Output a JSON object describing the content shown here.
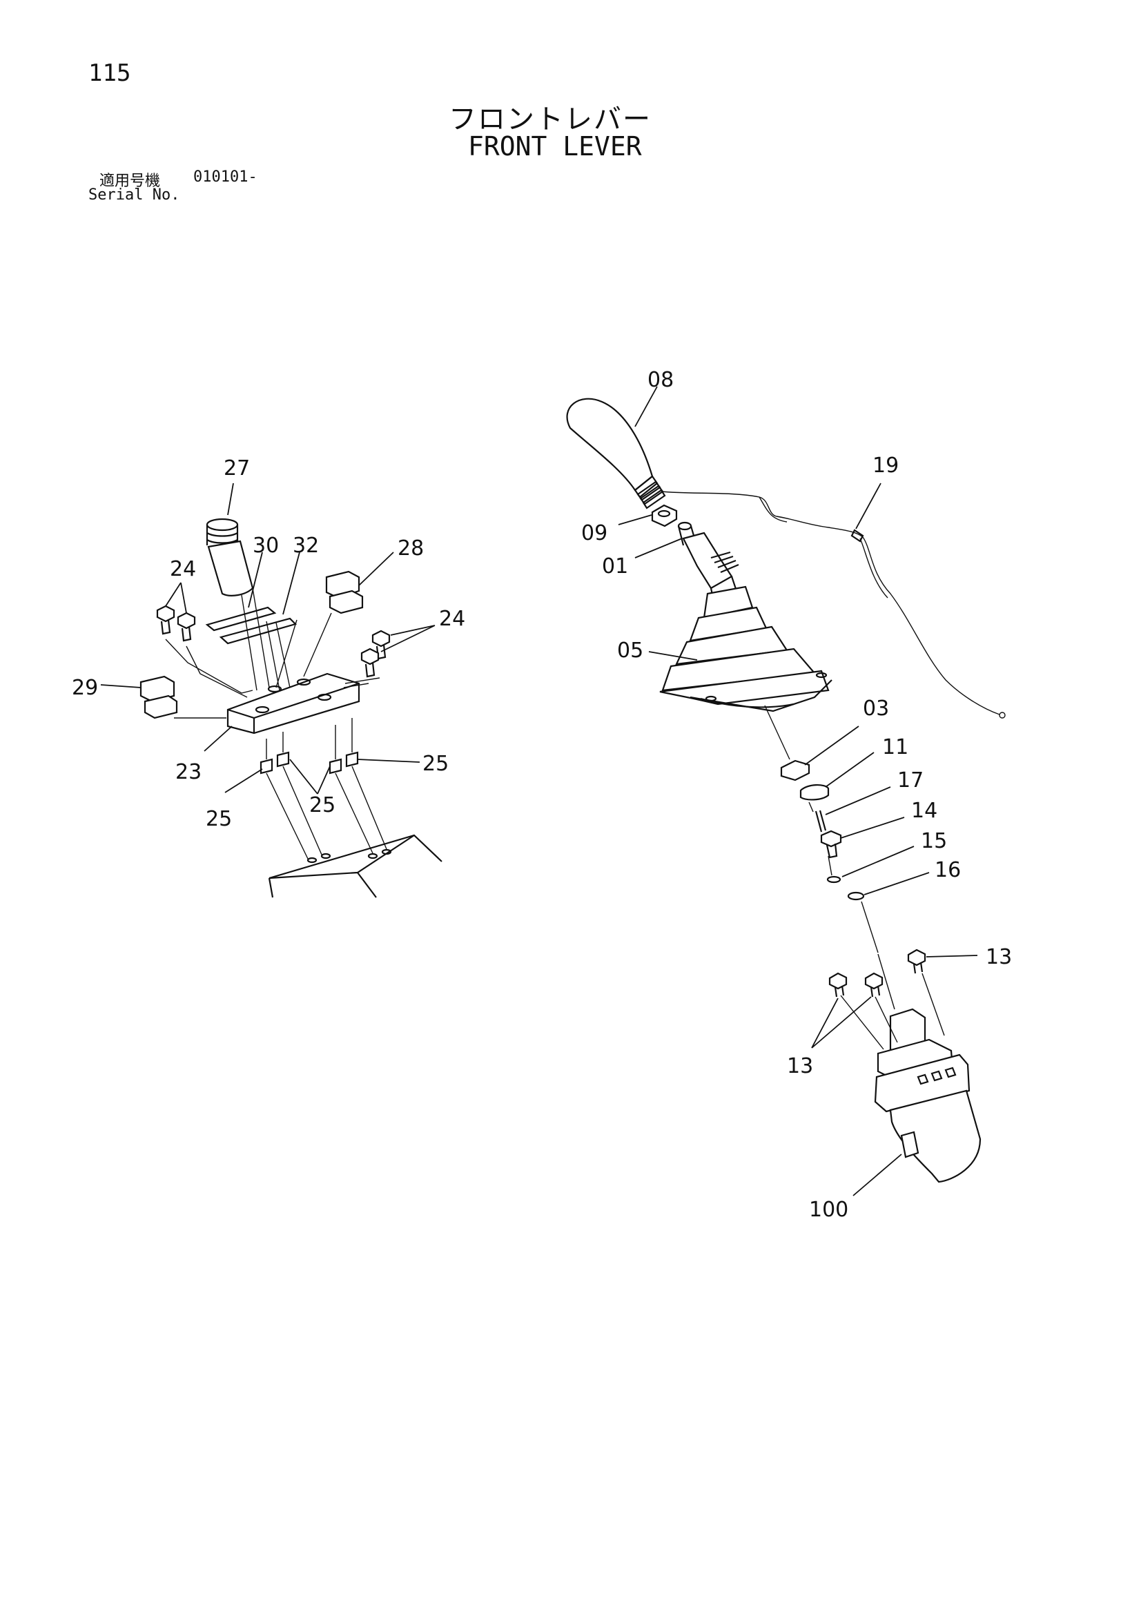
{
  "page_number": "115",
  "title": {
    "japanese": "フロントレバー",
    "english": "FRONT LEVER"
  },
  "serial": {
    "label_japanese": "適用号機",
    "value": "010101-",
    "label_english": "Serial No."
  },
  "callouts": {
    "c08": "08",
    "c19": "19",
    "c09": "09",
    "c01": "01",
    "c05": "05",
    "c03": "03",
    "c11": "11",
    "c17": "17",
    "c14": "14",
    "c15": "15",
    "c16": "16",
    "c13a": "13",
    "c13b": "13",
    "c100": "100",
    "c27": "27",
    "c30": "30",
    "c32": "32",
    "c28": "28",
    "c24a": "24",
    "c24b": "24",
    "c29": "29",
    "c23": "23",
    "c25a": "25",
    "c25b": "25",
    "c25c": "25"
  }
}
